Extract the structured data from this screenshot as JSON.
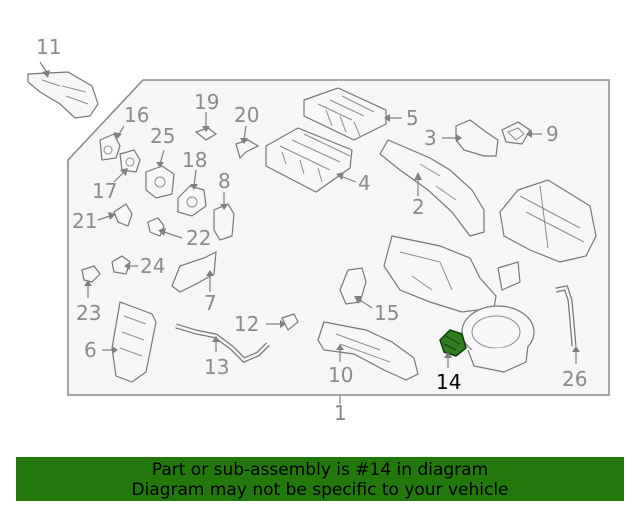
{
  "diagram": {
    "callouts": [
      "1",
      "2",
      "3",
      "4",
      "5",
      "6",
      "7",
      "8",
      "9",
      "10",
      "11",
      "12",
      "13",
      "14",
      "15",
      "16",
      "17",
      "18",
      "19",
      "20",
      "21",
      "22",
      "23",
      "24",
      "25",
      "26"
    ],
    "highlighted_part": "14",
    "highlight_color": "#2f7d1e"
  },
  "banner": {
    "line1": "Part or sub-assembly is #14 in diagram",
    "line2": "Diagram may not be specific to your vehicle",
    "background": "#23780c"
  }
}
